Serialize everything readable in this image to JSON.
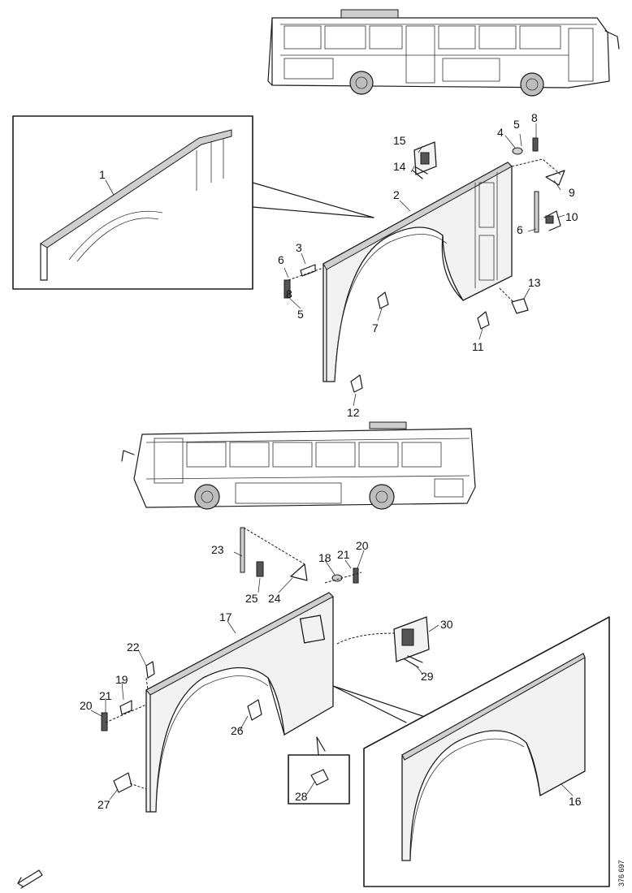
{
  "diagram": {
    "callouts": {
      "c1": "1",
      "c2": "2",
      "c3": "3",
      "c4": "4",
      "c5a": "5",
      "c5b": "5",
      "c6a": "6",
      "c6b": "6",
      "c7": "7",
      "c8a": "8",
      "c8b": "8",
      "c9": "9",
      "c10": "10",
      "c11": "11",
      "c12": "12",
      "c13": "13",
      "c14": "14",
      "c15": "15",
      "c16": "16",
      "c17": "17",
      "c18": "18",
      "c19": "19",
      "c20a": "20",
      "c20b": "20",
      "c21a": "21",
      "c21b": "21",
      "c22": "22",
      "c23": "23",
      "c24": "24",
      "c25": "25",
      "c26": "26",
      "c27": "27",
      "c28": "28",
      "c29": "29",
      "c30": "30"
    },
    "reference_code": "376 697"
  },
  "colors": {
    "line": "#1a1a1a",
    "panel": "#f2f2f2",
    "shade": "#cfcfcf"
  }
}
